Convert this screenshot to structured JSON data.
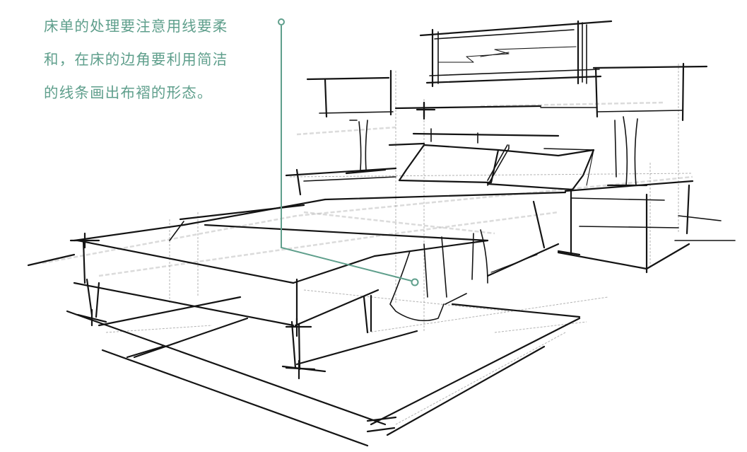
{
  "annotation": {
    "lines": [
      "床单的处理要注意用线要柔",
      "和，在床的边角要利用简洁",
      "的线条画出布褶的形态。"
    ],
    "color": "#5f9f8c"
  },
  "illustration": {
    "subject": "hand-drawn perspective sketch of a double bed with pillows, two bedside tables with lamps, wall panels and a floor rug",
    "ink_color": "#141414",
    "pencil_color": "#9a9a9a"
  }
}
